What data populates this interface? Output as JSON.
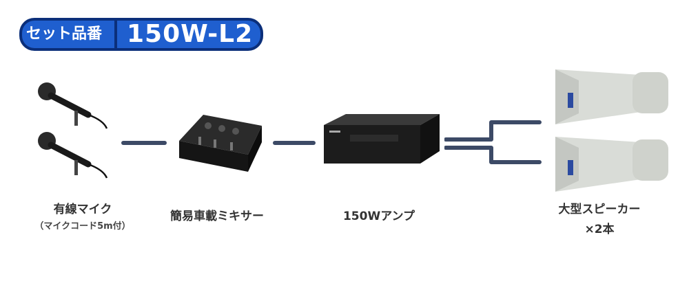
{
  "header": {
    "label": "セット品番",
    "model": "150W-L2"
  },
  "colors": {
    "badge_fill": "#1f5fcf",
    "badge_outline": "#0b2f7a",
    "connector": "#3c4a66"
  },
  "components": [
    {
      "name": "有線マイク",
      "note": "（マイクコード5m付）",
      "icon": "microphone-icon"
    },
    {
      "name": "簡易車載ミキサー",
      "note": "",
      "icon": "mixer-icon"
    },
    {
      "name": "150Wアンプ",
      "note": "",
      "icon": "amplifier-icon"
    },
    {
      "name": "大型スピーカー",
      "note": "×2本",
      "icon": "horn-speaker-icon"
    }
  ]
}
